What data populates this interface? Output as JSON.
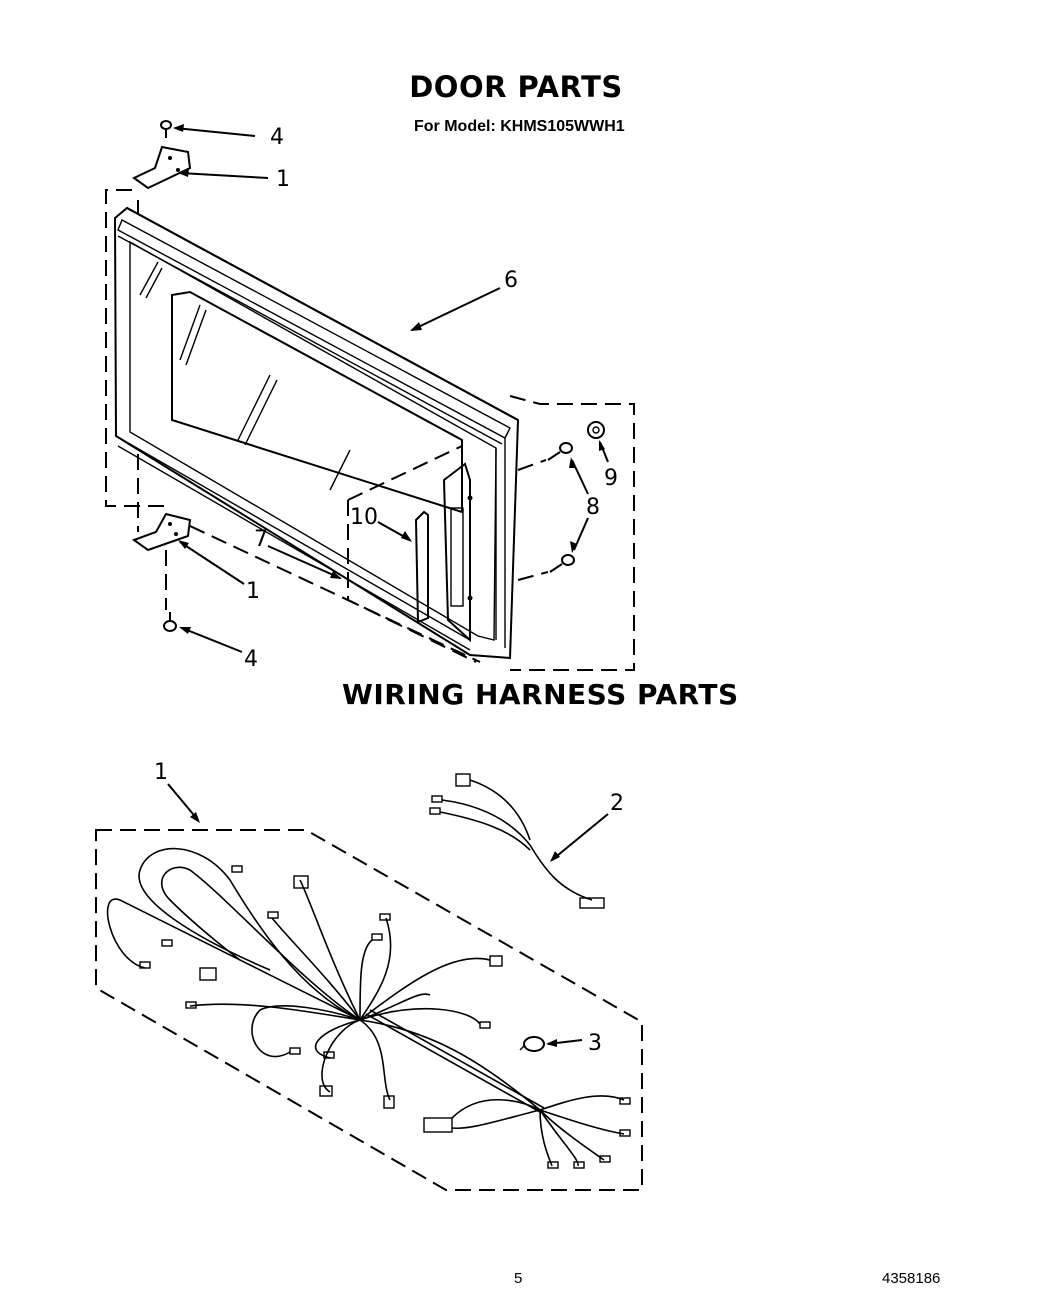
{
  "door_section": {
    "title": "DOOR PARTS",
    "model_line": "For Model: KHMS105WWH1",
    "callouts": {
      "screw_top": "4",
      "hinge_top": "1",
      "door_assembly": "6",
      "screw_bottom": "4",
      "hinge_bottom": "1",
      "choke": "7",
      "latch_screw_pair": "8",
      "nut": "9",
      "handle": "10"
    }
  },
  "wiring_section": {
    "title": "WIRING HARNESS PARTS",
    "callouts": {
      "main_harness": "1",
      "sub_harness": "2",
      "thermal_fuse": "3"
    }
  },
  "footer": {
    "page_number": "5",
    "doc_number": "4358186"
  }
}
